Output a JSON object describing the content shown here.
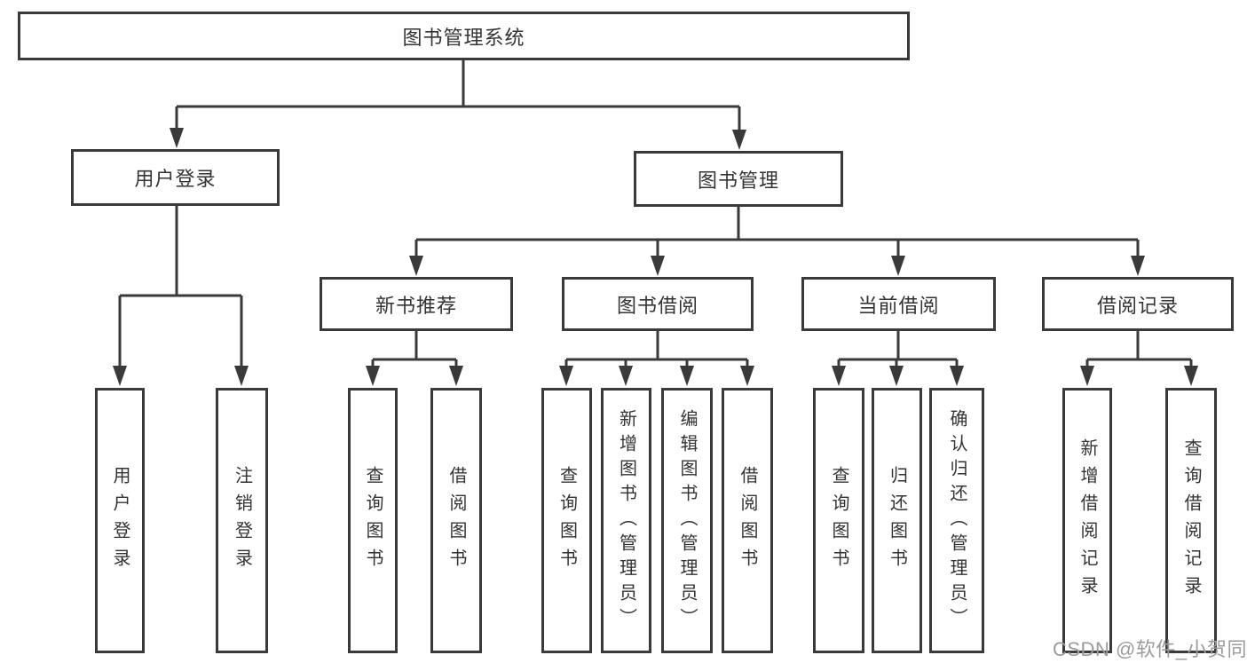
{
  "diagram": {
    "title": "图书管理系统",
    "root": {
      "label": "图书管理系统"
    },
    "level2": {
      "user_login": {
        "label": "用户登录"
      },
      "book_mgmt": {
        "label": "图书管理"
      }
    },
    "branches": [
      {
        "label": "新书推荐"
      },
      {
        "label": "图书借阅"
      },
      {
        "label": "当前借阅"
      },
      {
        "label": "借阅记录"
      }
    ],
    "user_leaves": [
      {
        "label": "用户登录"
      },
      {
        "label": "注销登录"
      }
    ],
    "rec_leaves": [
      {
        "label": "查询图书"
      },
      {
        "label": "借阅图书"
      }
    ],
    "borrow_leaves": [
      {
        "label": "查询图书"
      },
      {
        "label": "新增图书（管理员）"
      },
      {
        "label": "编辑图书（管理员）"
      },
      {
        "label": "借阅图书"
      }
    ],
    "current_leaves": [
      {
        "label": "查询图书"
      },
      {
        "label": "归还图书"
      },
      {
        "label": "确认归还（管理员）"
      }
    ],
    "record_leaves": [
      {
        "label": "新增借阅记录"
      },
      {
        "label": "查询借阅记录"
      }
    ]
  },
  "watermark": {
    "text": "CSDN @软件_小贺同学"
  },
  "colors": {
    "line": "#3a3a3a",
    "text": "#333333",
    "watermark_gray": "#9b9b9b",
    "background": "#ffffff"
  }
}
